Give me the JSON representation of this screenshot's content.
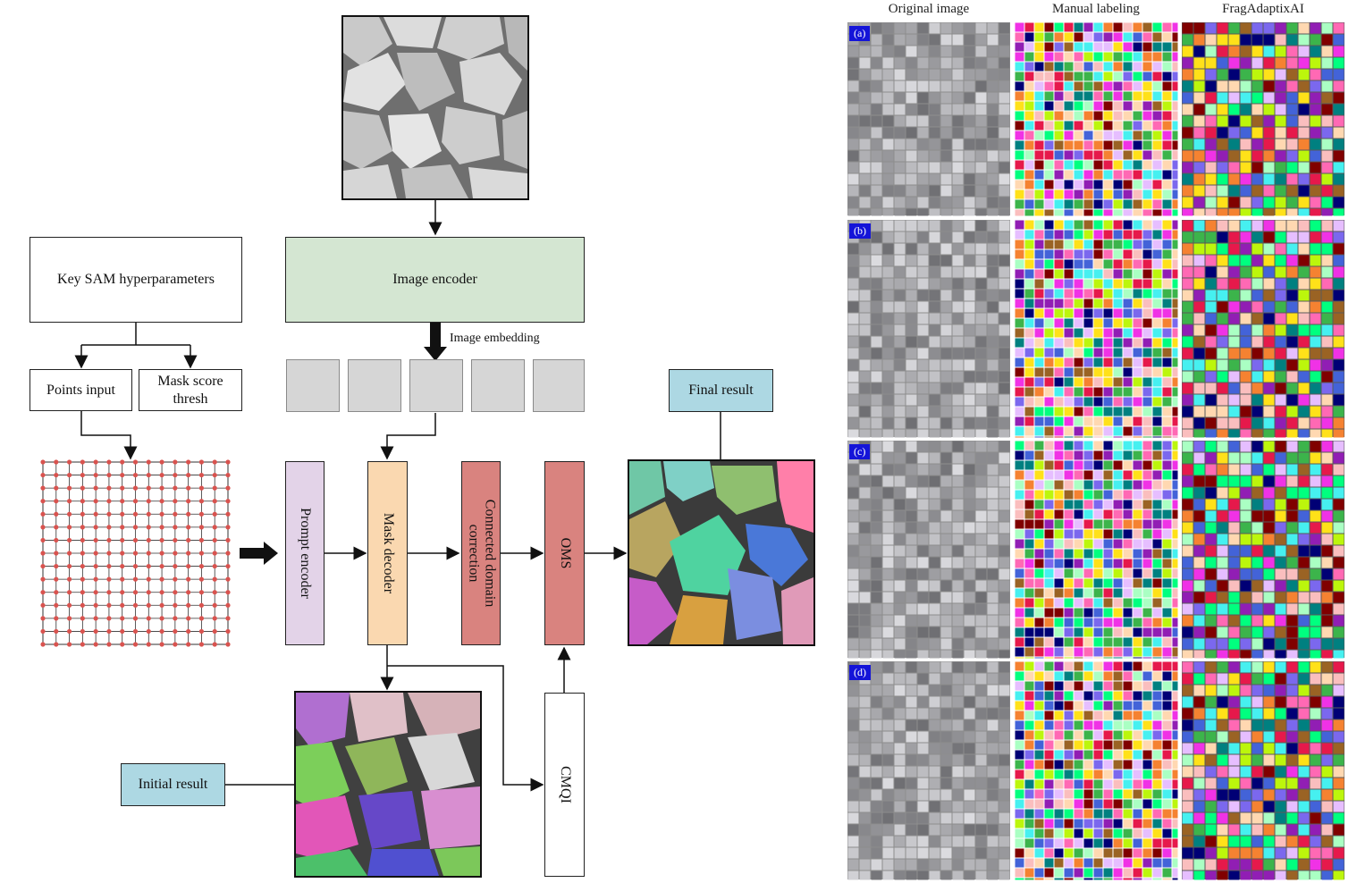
{
  "diagram": {
    "hyperparams_label": "Key SAM hyperparameters",
    "points_input_label": "Points input",
    "mask_score_label": "Mask score thresh",
    "image_encoder_label": "Image encoder",
    "image_embedding_label": "Image embedding",
    "prompt_encoder_label": "Prompt encoder",
    "mask_decoder_label": "Mask decoder",
    "connected_domain_label": "Connected domain correction",
    "oms_label": "OMS",
    "cmqi_label": "CMQI",
    "final_result_label": "Final result",
    "initial_result_label": "Initial result"
  },
  "comparison": {
    "columns": [
      "Original image",
      "Manual labeling",
      "FragAdaptixAI"
    ],
    "rows": [
      "(a)",
      "(b)",
      "(c)",
      "(d)"
    ]
  },
  "colors": {
    "encoder": "#d4e6d2",
    "result_boxes": "#add8e3",
    "prompt_encoder": "#e3d3e8",
    "mask_decoder": "#fad8b0",
    "correction_oms": "#d9837f",
    "grid_points": "#d9534f",
    "panel_tag": "#1414d8"
  }
}
